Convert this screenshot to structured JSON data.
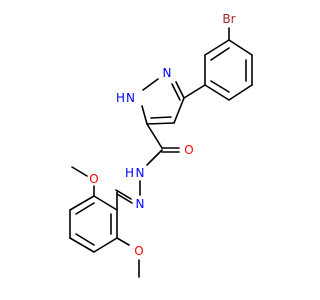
{
  "molecule": {
    "atoms": {
      "br": "Br",
      "n_pyrazole": "N",
      "nh_pyrazole_n": "N",
      "nh_pyrazole_h": "H",
      "o_carbonyl": "O",
      "nh_amide_n": "N",
      "nh_amide_h": "H",
      "n_imine": "N",
      "o_methoxy_top": "O",
      "o_methoxy_bottom": "O"
    },
    "colors": {
      "bond": "#000000",
      "bromine": "#a52a2a",
      "nitrogen": "#0000ff",
      "oxygen": "#ff0000"
    }
  }
}
